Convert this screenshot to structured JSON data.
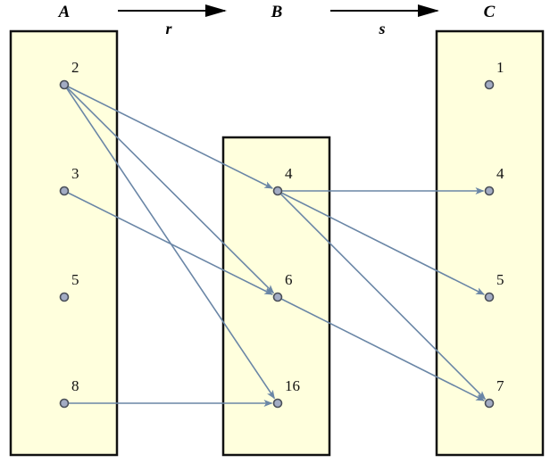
{
  "colors": {
    "box_fill": "#ffffdd",
    "box_stroke": "#111111",
    "edge": "#6a86a6",
    "node_fill": "#a3acc4",
    "node_stroke": "#4a4f58"
  },
  "header": {
    "sets": [
      {
        "id": "A",
        "label": "A"
      },
      {
        "id": "B",
        "label": "B"
      },
      {
        "id": "C",
        "label": "C"
      }
    ],
    "relations": [
      {
        "id": "r",
        "label": "r",
        "from": "A",
        "to": "B"
      },
      {
        "id": "s",
        "label": "s",
        "from": "B",
        "to": "C"
      }
    ]
  },
  "sets": {
    "A": {
      "elements": [
        "2",
        "3",
        "5",
        "8"
      ]
    },
    "B": {
      "elements": [
        "4",
        "6",
        "16"
      ]
    },
    "C": {
      "elements": [
        "1",
        "4",
        "5",
        "7"
      ]
    }
  },
  "edges": {
    "r": [
      {
        "from": "2",
        "to": "4"
      },
      {
        "from": "2",
        "to": "6"
      },
      {
        "from": "2",
        "to": "16"
      },
      {
        "from": "3",
        "to": "6"
      },
      {
        "from": "8",
        "to": "16"
      }
    ],
    "s": [
      {
        "from": "4",
        "to": "4"
      },
      {
        "from": "4",
        "to": "5"
      },
      {
        "from": "4",
        "to": "7"
      },
      {
        "from": "6",
        "to": "7"
      }
    ]
  }
}
